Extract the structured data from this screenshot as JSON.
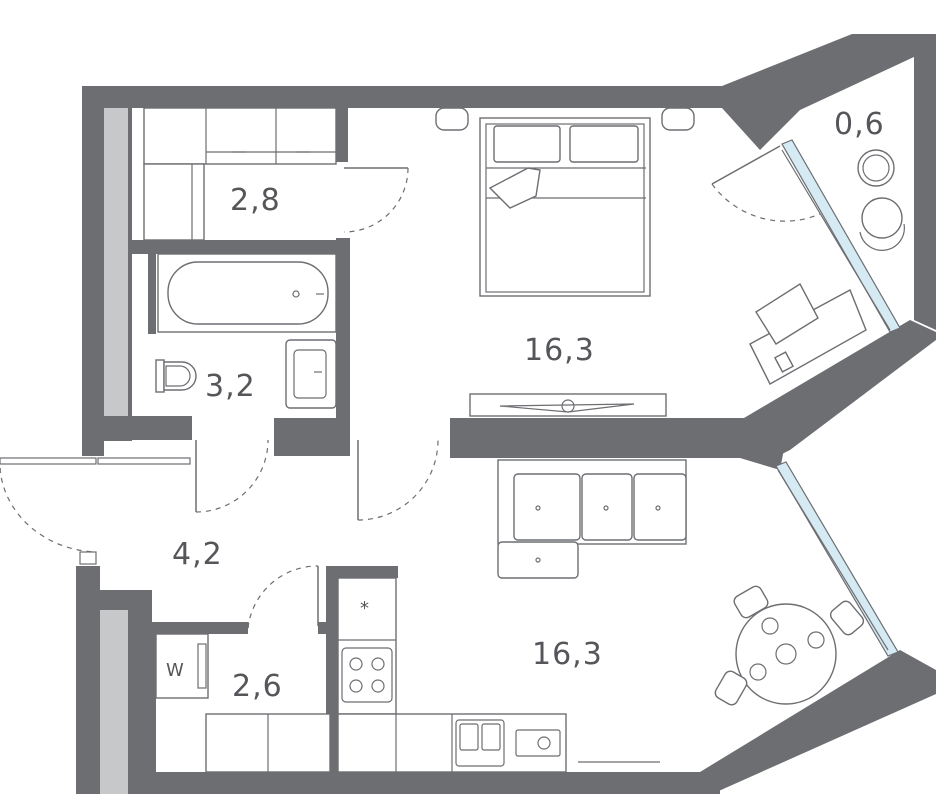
{
  "rooms": [
    {
      "id": "wardrobe",
      "area": "2,8"
    },
    {
      "id": "bathroom",
      "area": "3,2"
    },
    {
      "id": "bedroom",
      "area": "16,3"
    },
    {
      "id": "balcony",
      "area": "0,6"
    },
    {
      "id": "hall",
      "area": "4,2"
    },
    {
      "id": "laundry",
      "area": "2,6"
    },
    {
      "id": "living-kitchen",
      "area": "16,3"
    }
  ],
  "markers": {
    "washer": "W",
    "fridge": "*"
  },
  "colors": {
    "wall": "#6d6e72",
    "wall_light": "#c7c8c9",
    "glass": "#d6eaf4",
    "label": "#55565a"
  }
}
